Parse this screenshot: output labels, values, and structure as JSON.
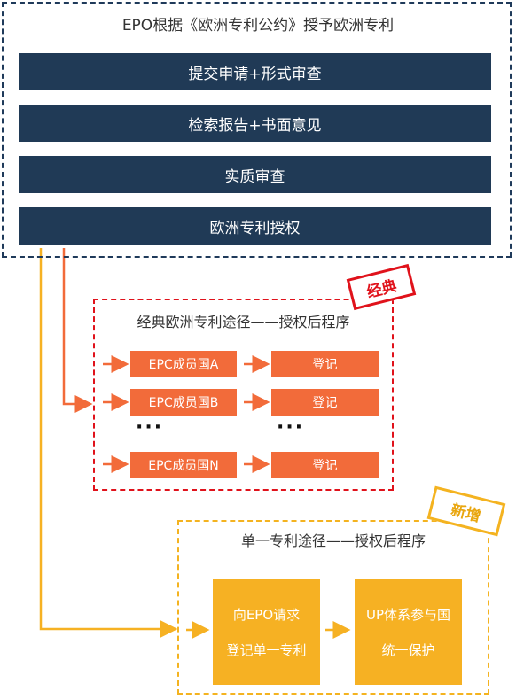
{
  "epo": {
    "title": "EPO根据《欧洲专利公约》授予欧洲专利",
    "steps": [
      "提交申请+形式审查",
      "检索报告+书面意见",
      "实质审查",
      "欧洲专利授权"
    ]
  },
  "classic": {
    "tag": "经典",
    "title": "经典欧洲专利途径——授权后程序",
    "members": [
      "EPC成员国A",
      "EPC成员国B",
      "EPC成员国N"
    ],
    "register": "登记",
    "ellipsis": "···"
  },
  "new_route": {
    "tag": "新增",
    "title": "单一专利途径——授权后程序",
    "left_lines": [
      "向EPO请求",
      "登记单一专利"
    ],
    "right_lines": [
      "UP体系参与国",
      "统一保护"
    ]
  },
  "colors": {
    "navy": "#203a56",
    "red": "#e0121b",
    "orange": "#f26b3a",
    "yellow": "#f6b123"
  }
}
